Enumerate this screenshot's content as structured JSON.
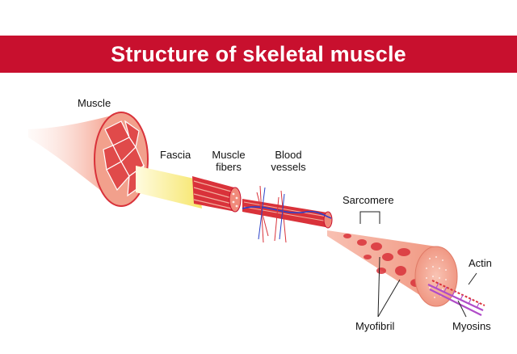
{
  "title": "Structure of skeletal muscle",
  "labels": {
    "muscle": "Muscle",
    "fascia": "Fascia",
    "muscle_fibers_1": "Muscle",
    "muscle_fibers_2": "fibers",
    "blood_vessels_1": "Blood",
    "blood_vessels_2": "vessels",
    "sarcomere": "Sarcomere",
    "actin": "Actin",
    "myofibril": "Myofibril",
    "myosins": "Myosins"
  },
  "colors": {
    "banner": "#c8102e",
    "muscle_red": "#d9323a",
    "muscle_pink": "#f2a08c",
    "fascia_yellow": "#fbf3a0",
    "vessel_blue": "#2a40c8",
    "myosin_purple": "#b04cc8"
  }
}
